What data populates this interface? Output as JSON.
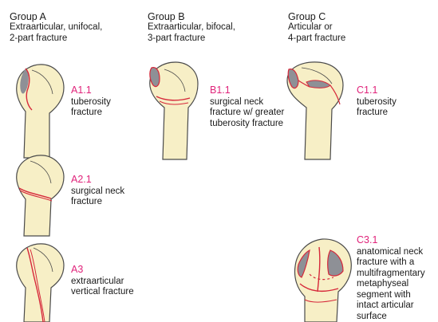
{
  "groups": [
    {
      "title": "Group A",
      "subtitle": [
        "Extraarticular, unifocal,",
        "2-part fracture"
      ]
    },
    {
      "title": "Group B",
      "subtitle": [
        "Extraarticular, bifocal,",
        "3-part fracture"
      ]
    },
    {
      "title": "Group C",
      "subtitle": [
        "Articular or",
        "4-part fracture"
      ]
    }
  ],
  "fractures": {
    "a11": {
      "code": "A1.1",
      "desc": [
        "tuberosity",
        "fracture"
      ]
    },
    "a21": {
      "code": "A2.1",
      "desc": [
        "surgical neck",
        "fracture"
      ]
    },
    "a3": {
      "code": "A3",
      "desc": [
        "extraarticular",
        "vertical fracture"
      ]
    },
    "b11": {
      "code": "B1.1",
      "desc": [
        "surgical neck",
        "fracture w/ greater",
        "tuberosity fracture"
      ]
    },
    "c11": {
      "code": "C1.1",
      "desc": [
        "tuberosity",
        "fracture"
      ]
    },
    "c31": {
      "code": "C3.1",
      "desc": [
        "anatomical neck",
        "fracture with a",
        "multifragmentary",
        "metaphyseal",
        "segment with",
        "intact articular",
        "surface"
      ]
    }
  },
  "colors": {
    "bone": "#f7efc6",
    "outline": "#4a4a4a",
    "fracture": "#d6283a",
    "fragment": "#8e9096",
    "code": "#e0237a"
  }
}
